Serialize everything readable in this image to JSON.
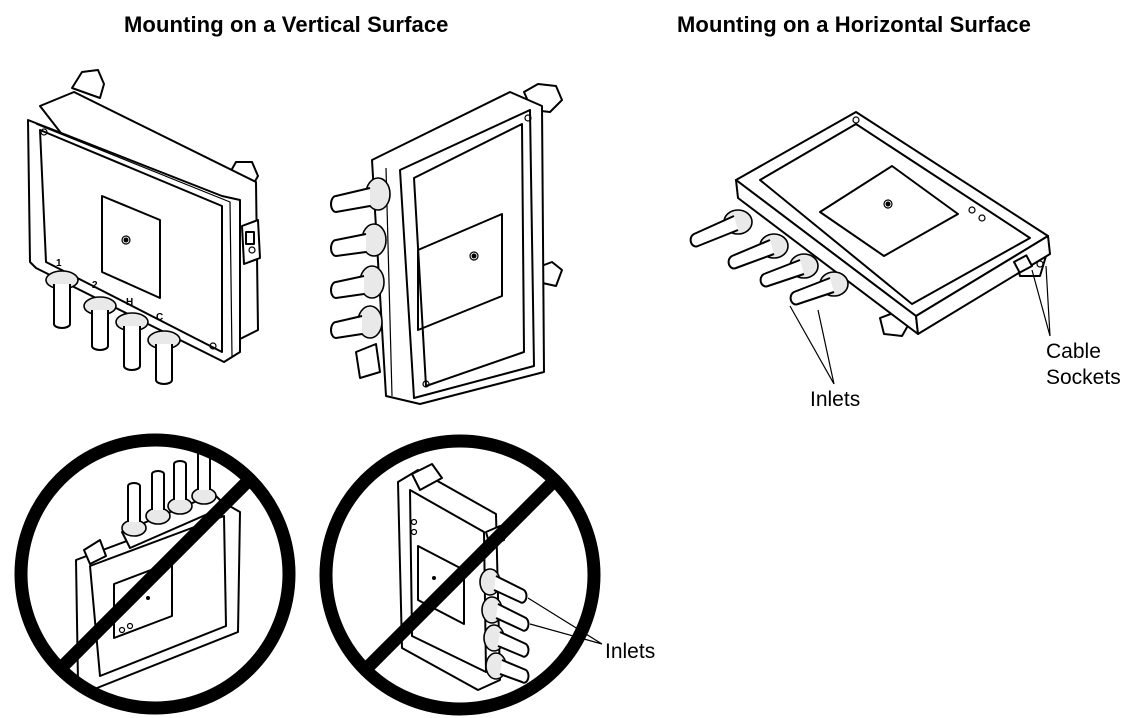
{
  "figure": {
    "heading_vertical": "Mounting on a Vertical Surface",
    "heading_horizontal": "Mounting on a Horizontal Surface"
  },
  "callouts": {
    "inlets_horizontal": "Inlets",
    "cable": "Cable",
    "sockets": "Sockets",
    "inlets_incorrect": "Inlets"
  },
  "port_numbers": [
    "1",
    "2",
    "H",
    "C"
  ]
}
